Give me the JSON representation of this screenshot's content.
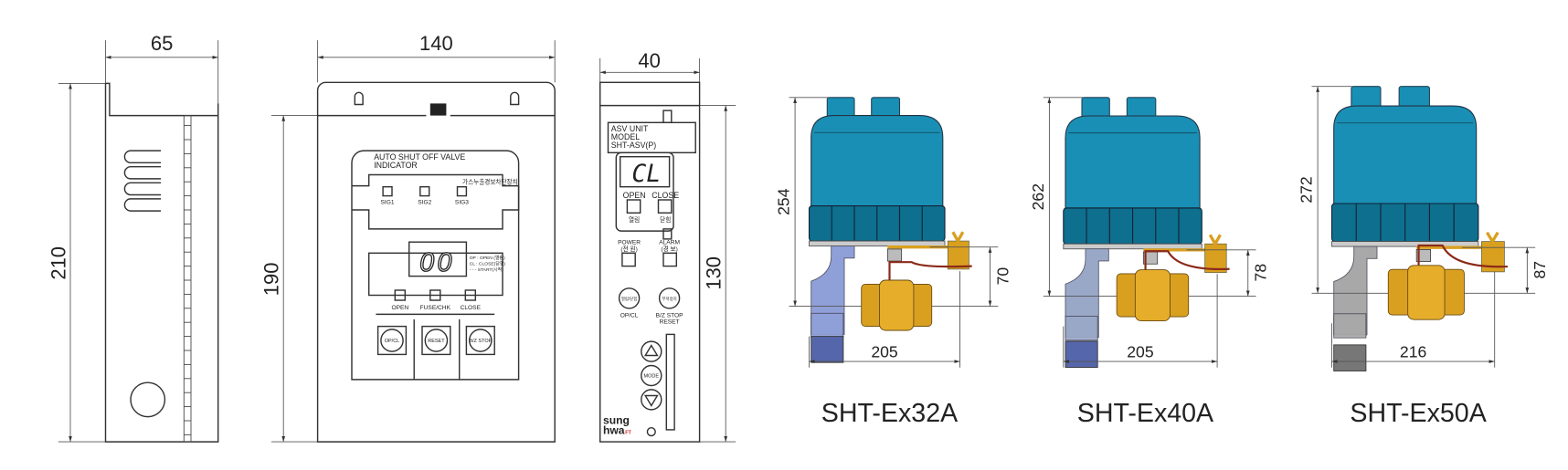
{
  "side_view": {
    "width_dim": "65",
    "height_dim": "210"
  },
  "front_view": {
    "width_dim": "140",
    "height_dim": "190",
    "title_line1": "AUTO SHUT OFF VALVE",
    "title_line2": "INDICATOR",
    "korean_title": "가스누출경보차단장치",
    "signals": [
      "SIG1",
      "SIG2",
      "SIG3"
    ],
    "display_digits": "00",
    "legend": [
      "OP : OPEN (열림)",
      "CL : CLOSE(닫힘)",
      "- - - START(시작)"
    ],
    "status_leds": [
      "OPEN",
      "FUSE/CHK",
      "CLOSE"
    ],
    "buttons": [
      "OP/CL",
      "RESET",
      "B/Z STOP"
    ]
  },
  "asv_unit": {
    "width_dim": "40",
    "height_dim": "130",
    "label_lines": [
      "ASV UNIT",
      "MODEL",
      "SHT-ASV(P)"
    ],
    "display": "CL",
    "open_label": "OPEN",
    "open_kr": "열림",
    "close_label": "CLOSE",
    "close_kr": "닫힘",
    "power_label": "POWER",
    "power_kr": "(전 원)",
    "alarm_label": "ALARM",
    "alarm_kr": "(경 보)",
    "btn1_kr": "열림/닫힘",
    "btn1_label": "OP/CL",
    "btn2_kr": "부저정지",
    "btn2_label1": "B/Z STOP",
    "btn2_label2": "RESET",
    "mode_label": "MODE",
    "logo": [
      "sung",
      "hwa",
      "FT"
    ]
  },
  "valves": [
    {
      "model": "SHT-Ex32A",
      "height_dim": "254",
      "pipe_dim": "70",
      "width_dim": "205",
      "bracket_color": "#8f9fd8"
    },
    {
      "model": "SHT-Ex40A",
      "height_dim": "262",
      "pipe_dim": "78",
      "width_dim": "205",
      "bracket_color": "#9aa8c8"
    },
    {
      "model": "SHT-Ex50A",
      "height_dim": "272",
      "pipe_dim": "87",
      "width_dim": "216",
      "bracket_color": "#a8a8a8"
    }
  ],
  "colors": {
    "actuator": "#1a8fb5",
    "actuator_dark": "#0e6f8f",
    "brass": "#d9a020",
    "lever": "#8b2a1a"
  }
}
